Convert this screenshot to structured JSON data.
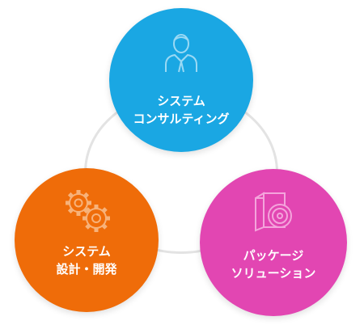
{
  "colors": {
    "ring": "#e3e3e3",
    "consulting": "#1aa7e3",
    "design": "#ef6c09",
    "package": "#e246b2",
    "icon_consulting": "#9ad9f4",
    "icon_design": "#f7b27a",
    "icon_package": "#f4a4dc"
  },
  "nodes": {
    "consulting": {
      "icon": "businessman-icon",
      "line1": "システム",
      "line2": "コンサルティング"
    },
    "design": {
      "icon": "gears-icon",
      "line1": "システム",
      "line2": "設計・開発"
    },
    "package": {
      "icon": "software-package-icon",
      "line1": "パッケージ",
      "line2": "ソリューション"
    }
  }
}
